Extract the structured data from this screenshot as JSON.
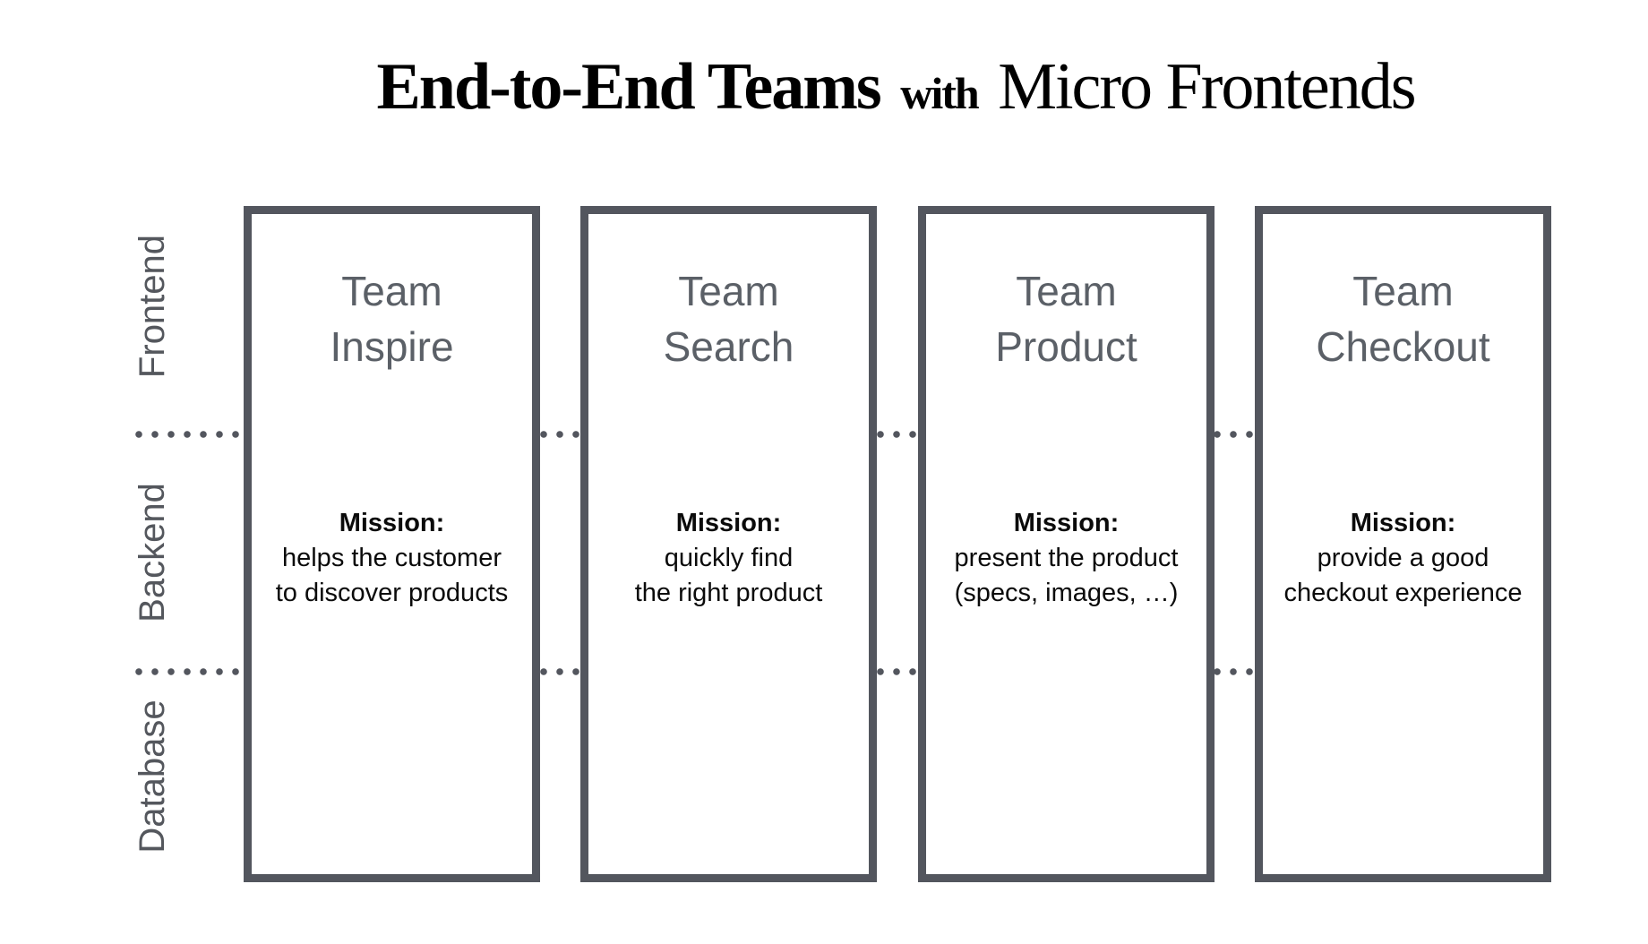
{
  "title": {
    "part1": "End-to-End Teams",
    "part2": "with",
    "part3": "Micro Frontends"
  },
  "layers": [
    {
      "label": "Frontend"
    },
    {
      "label": "Backend"
    },
    {
      "label": "Database"
    }
  ],
  "teams": [
    {
      "name": "Team Inspire",
      "mission_label": "Mission:",
      "mission": "helps the customer\nto discover products"
    },
    {
      "name": "Team Search",
      "mission_label": "Mission:",
      "mission": "quickly find\nthe right product"
    },
    {
      "name": "Team Product",
      "mission_label": "Mission:",
      "mission": "present the product\n(specs, images, …)"
    },
    {
      "name": "Team Checkout",
      "mission_label": "Mission:",
      "mission": "provide a good\ncheckout experience"
    }
  ],
  "colors": {
    "border": "#53565e",
    "label": "#54575d",
    "team_name": "#5b6067",
    "mission": "#0b0b0b",
    "title": "#000000",
    "background": "#ffffff"
  }
}
